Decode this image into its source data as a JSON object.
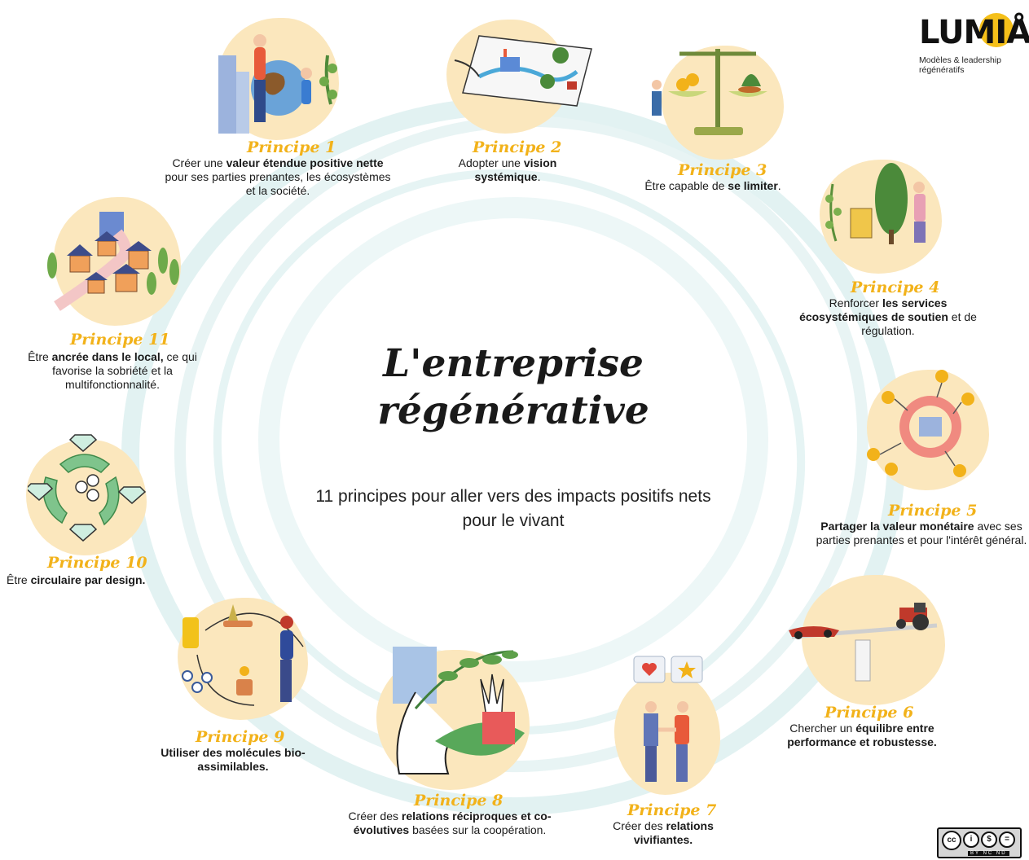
{
  "title": "L'entreprise régénérative",
  "subtitle": "11 principes pour aller vers des impacts positifs nets pour le vivant",
  "logo": {
    "brand": "LUMIÅ",
    "tagline": "Modèles & leadership régénératifs"
  },
  "license": {
    "badge": "cc",
    "terms": "BY NC ND"
  },
  "colors": {
    "accent": "#f2b21a",
    "blob": "#fbe7bd",
    "swirl": "#d6ecec"
  },
  "principles": [
    {
      "label": "Principe 1",
      "parts": [
        {
          "t": "Créer une ",
          "b": false
        },
        {
          "t": "valeur étendue positive nette",
          "b": true
        },
        {
          "t": " pour ses parties prenantes, les écosystèmes et la société.",
          "b": false
        }
      ],
      "icon": "globe-people-icon"
    },
    {
      "label": "Principe 2",
      "parts": [
        {
          "t": "Adopter une ",
          "b": false
        },
        {
          "t": "vision systémique",
          "b": true
        },
        {
          "t": ".",
          "b": false
        }
      ],
      "icon": "map-icon"
    },
    {
      "label": "Principe 3",
      "parts": [
        {
          "t": "Être capable de ",
          "b": false
        },
        {
          "t": "se limiter",
          "b": true
        },
        {
          "t": ".",
          "b": false
        }
      ],
      "icon": "balance-scale-icon"
    },
    {
      "label": "Principe 4",
      "parts": [
        {
          "t": "Renforcer ",
          "b": false
        },
        {
          "t": "les services écosystémiques de soutien",
          "b": true
        },
        {
          "t": " et de régulation.",
          "b": false
        }
      ],
      "icon": "beehive-tree-icon"
    },
    {
      "label": "Principe 5",
      "parts": [
        {
          "t": "Partager la valeur monétaire",
          "b": true
        },
        {
          "t": " avec ses parties prenantes et pour l'intérêt général.",
          "b": false
        }
      ],
      "icon": "gear-coins-icon"
    },
    {
      "label": "Principe 6",
      "parts": [
        {
          "t": "Chercher un ",
          "b": false
        },
        {
          "t": "équilibre entre performance et robustesse.",
          "b": true
        }
      ],
      "icon": "seesaw-car-tractor-icon"
    },
    {
      "label": "Principe 7",
      "parts": [
        {
          "t": "Créer des ",
          "b": false
        },
        {
          "t": "relations vivifiantes.",
          "b": true
        }
      ],
      "icon": "handshake-icon"
    },
    {
      "label": "Principe 8",
      "parts": [
        {
          "t": "Créer des ",
          "b": false
        },
        {
          "t": "relations réciproques et co-évolutives",
          "b": true
        },
        {
          "t": " basées sur la coopération.",
          "b": false
        }
      ],
      "icon": "hands-leaves-icon"
    },
    {
      "label": "Principe 9",
      "parts": [
        {
          "t": "Utiliser des molécules bio-assimilables.",
          "b": true
        }
      ],
      "icon": "molecule-cycle-icon"
    },
    {
      "label": "Principe 10",
      "parts": [
        {
          "t": "Être ",
          "b": false
        },
        {
          "t": "circulaire par design.",
          "b": true
        }
      ],
      "icon": "recycle-diamond-icon"
    },
    {
      "label": "Principe 11",
      "parts": [
        {
          "t": "Être ",
          "b": false
        },
        {
          "t": "ancrée dans le local,",
          "b": true
        },
        {
          "t": " ce qui favorise la sobriété et la multifonctionnalité.",
          "b": false
        }
      ],
      "icon": "village-icon"
    }
  ]
}
